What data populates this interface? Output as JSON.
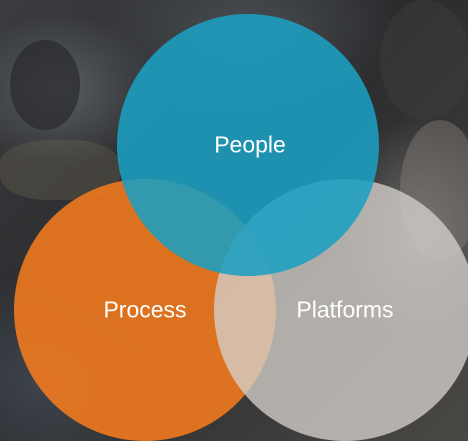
{
  "diagram": {
    "type": "venn",
    "sets": [
      {
        "label": "People",
        "color": "#1b9fc1"
      },
      {
        "label": "Process",
        "color": "#f07a1f"
      },
      {
        "label": "Platforms",
        "color": "#d4d0cb"
      }
    ]
  }
}
